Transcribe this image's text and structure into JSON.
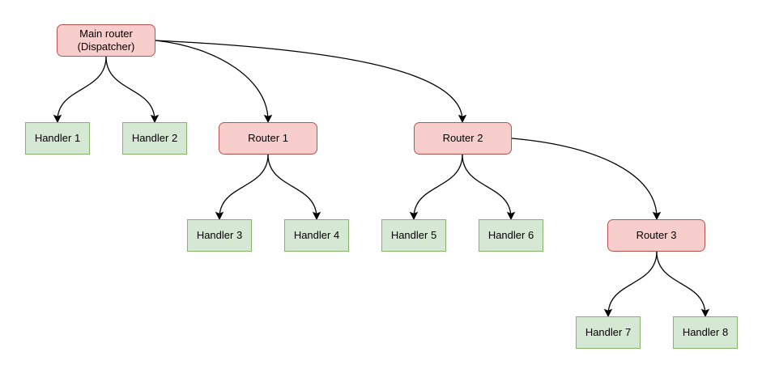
{
  "colors": {
    "router_fill": "#f8cecc",
    "router_stroke": "#b85450",
    "handler_fill": "#d5e8d4",
    "handler_stroke": "#82b366",
    "edge_stroke": "#000000"
  },
  "nodes": {
    "main": {
      "label": "Main router\n(Dispatcher)",
      "kind": "router"
    },
    "h1": {
      "label": "Handler 1",
      "kind": "handler"
    },
    "h2": {
      "label": "Handler 2",
      "kind": "handler"
    },
    "r1": {
      "label": "Router 1",
      "kind": "router"
    },
    "r2": {
      "label": "Router 2",
      "kind": "router"
    },
    "h3": {
      "label": "Handler 3",
      "kind": "handler"
    },
    "h4": {
      "label": "Handler 4",
      "kind": "handler"
    },
    "h5": {
      "label": "Handler 5",
      "kind": "handler"
    },
    "h6": {
      "label": "Handler 6",
      "kind": "handler"
    },
    "r3": {
      "label": "Router 3",
      "kind": "router"
    },
    "h7": {
      "label": "Handler 7",
      "kind": "handler"
    },
    "h8": {
      "label": "Handler 8",
      "kind": "handler"
    }
  },
  "edges": [
    {
      "from": "main",
      "to": "h1"
    },
    {
      "from": "main",
      "to": "h2"
    },
    {
      "from": "main",
      "to": "r1"
    },
    {
      "from": "main",
      "to": "r2"
    },
    {
      "from": "r1",
      "to": "h3"
    },
    {
      "from": "r1",
      "to": "h4"
    },
    {
      "from": "r2",
      "to": "h5"
    },
    {
      "from": "r2",
      "to": "h6"
    },
    {
      "from": "r2",
      "to": "r3"
    },
    {
      "from": "r3",
      "to": "h7"
    },
    {
      "from": "r3",
      "to": "h8"
    }
  ]
}
